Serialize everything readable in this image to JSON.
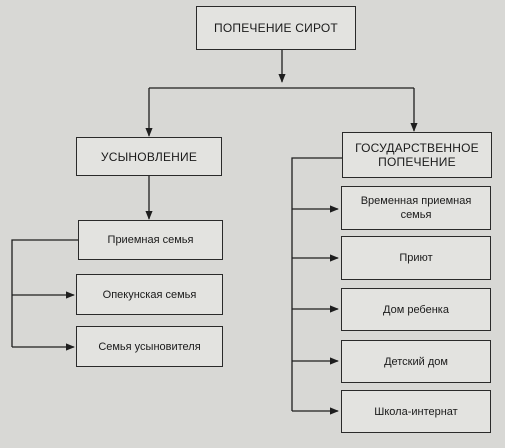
{
  "root": {
    "label": "ПОПЕЧЕНИЕ СИРОТ"
  },
  "left_branch": {
    "title": "УСЫНОВЛЕНИЕ",
    "items": [
      {
        "label": "Приемная семья"
      },
      {
        "label": "Опекунская семья"
      },
      {
        "label": "Семья усыновителя"
      }
    ]
  },
  "right_branch": {
    "title": "ГОСУДАРСТВЕННОЕ\nПОПЕЧЕНИЕ",
    "items": [
      {
        "label": "Временная приемная\nсемья"
      },
      {
        "label": "Приют"
      },
      {
        "label": "Дом ребенка"
      },
      {
        "label": "Детский дом"
      },
      {
        "label": "Школа-интернат"
      }
    ]
  }
}
